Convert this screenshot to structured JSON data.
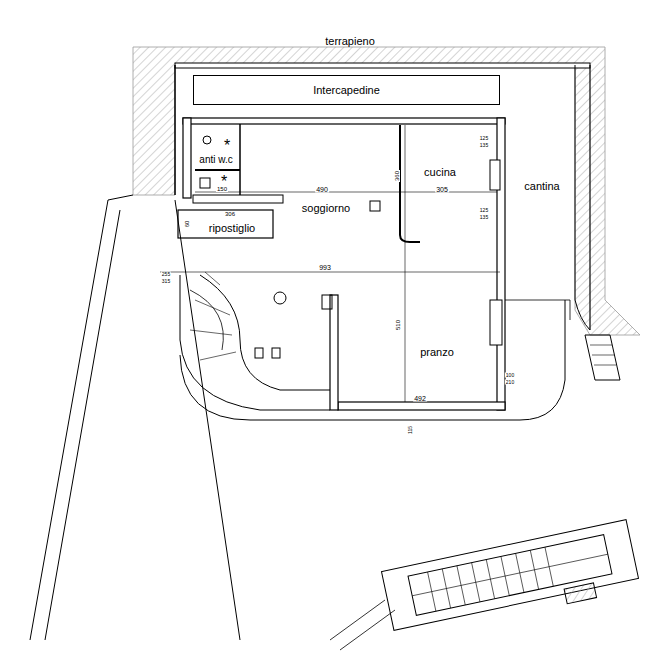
{
  "diagram": {
    "nodes": [
      {
        "text": [
          "Intercapedine"
        ]
      }
    ],
    "labels": [
      "terrapieno",
      "anti w.c",
      "*",
      "*",
      "150",
      "490",
      "360",
      "cucina",
      "305",
      "125",
      "135",
      "cantina",
      "125",
      "135",
      "soggiorno",
      "306",
      "ripostiglio",
      "60",
      "255",
      "315",
      "993",
      "510",
      "pranzo",
      "492",
      "100",
      "210",
      "115"
    ]
  }
}
